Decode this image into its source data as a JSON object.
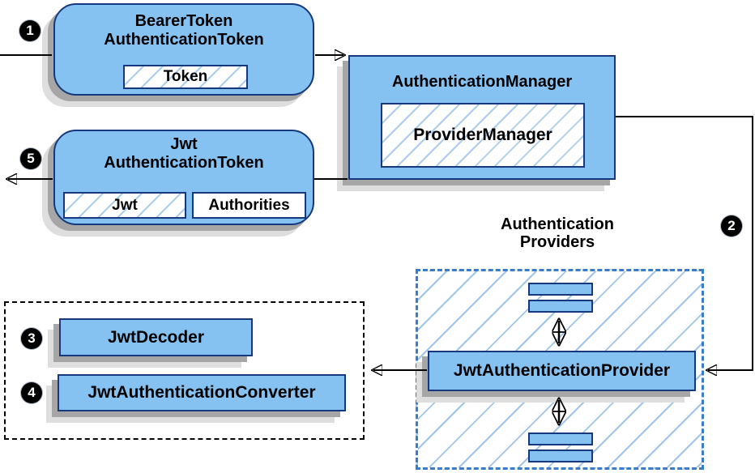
{
  "nodes": {
    "bearer_token": {
      "title_line1": "BearerToken",
      "title_line2": "AuthenticationToken",
      "field_token": "Token"
    },
    "authentication_manager": {
      "title": "AuthenticationManager",
      "inner": "ProviderManager"
    },
    "jwt_authentication_token": {
      "title_line1": "Jwt",
      "title_line2": "AuthenticationToken",
      "field_jwt": "Jwt",
      "field_authorities": "Authorities"
    },
    "jwt_authentication_provider": {
      "title": "JwtAuthenticationProvider"
    },
    "jwt_decoder": {
      "title": "JwtDecoder"
    },
    "jwt_authentication_converter": {
      "title": "JwtAuthenticationConverter"
    }
  },
  "labels": {
    "providers_line1": "Authentication",
    "providers_line2": "Providers"
  },
  "steps": {
    "s1": "1",
    "s2": "2",
    "s3": "3",
    "s4": "4",
    "s5": "5"
  },
  "colors": {
    "node_fill": "#85c2f2",
    "node_border": "#16387c",
    "hatch_line": "#aacdf0",
    "providers_dash": "#3b7bc8",
    "shadow_dark": "#a6a6a6",
    "shadow_light": "#dedede",
    "connector": "#000000",
    "badge_bg": "#000000",
    "badge_text": "#ffffff"
  }
}
